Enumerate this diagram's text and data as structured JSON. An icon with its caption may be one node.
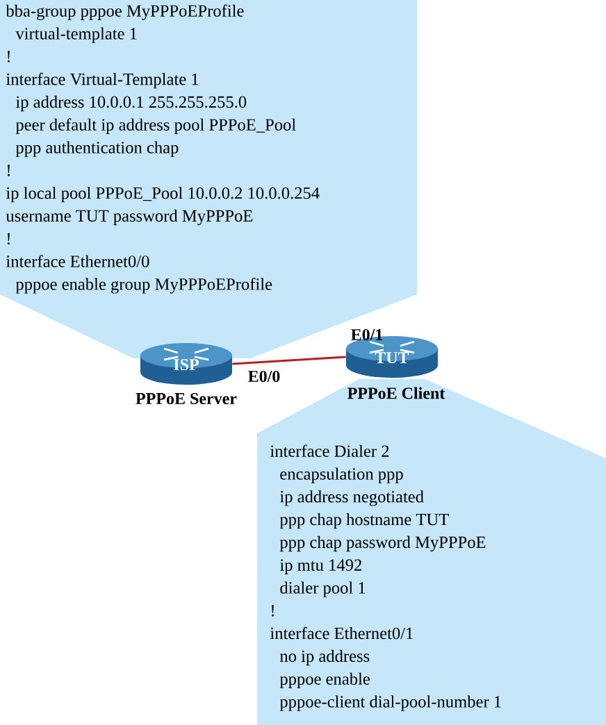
{
  "diagram": {
    "nodes": [
      {
        "text": [
          "bba-group pppoe MyPPPoEProfile",
          "virtual-template 1",
          "!",
          "interface Virtual-Template 1",
          "ip address 10.0.0.1 255.255.255.0",
          "peer default ip address pool PPPoE_Pool",
          "ppp authentication chap",
          "!",
          "ip local pool PPPoE_Pool 10.0.0.2 10.0.0.254",
          "username TUT password MyPPPoE",
          "!",
          "interface Ethernet0/0",
          "pppoe enable group MyPPPoEProfile"
        ]
      },
      {
        "text": [
          "ISP"
        ],
        "beside": [
          "PPPoE Server"
        ]
      },
      {
        "text": [
          "TUT"
        ],
        "beside": [
          "PPPoE Client"
        ]
      },
      {
        "text": [
          "interface Dialer 2",
          "encapsulation ppp",
          "ip address negotiated",
          "ppp chap hostname TUT",
          "ppp chap password MyPPPoE",
          "ip mtu 1492",
          "dialer pool 1",
          "!",
          "interface Ethernet0/1",
          "no ip address",
          "pppoe enable",
          "pppoe-client dial-pool-number 1"
        ]
      }
    ],
    "edges": [
      {
        "from": 1,
        "to": 2,
        "arrow": "none",
        "color": "#b22222"
      }
    ],
    "labels": [
      "E0/1",
      "E0/0"
    ]
  }
}
